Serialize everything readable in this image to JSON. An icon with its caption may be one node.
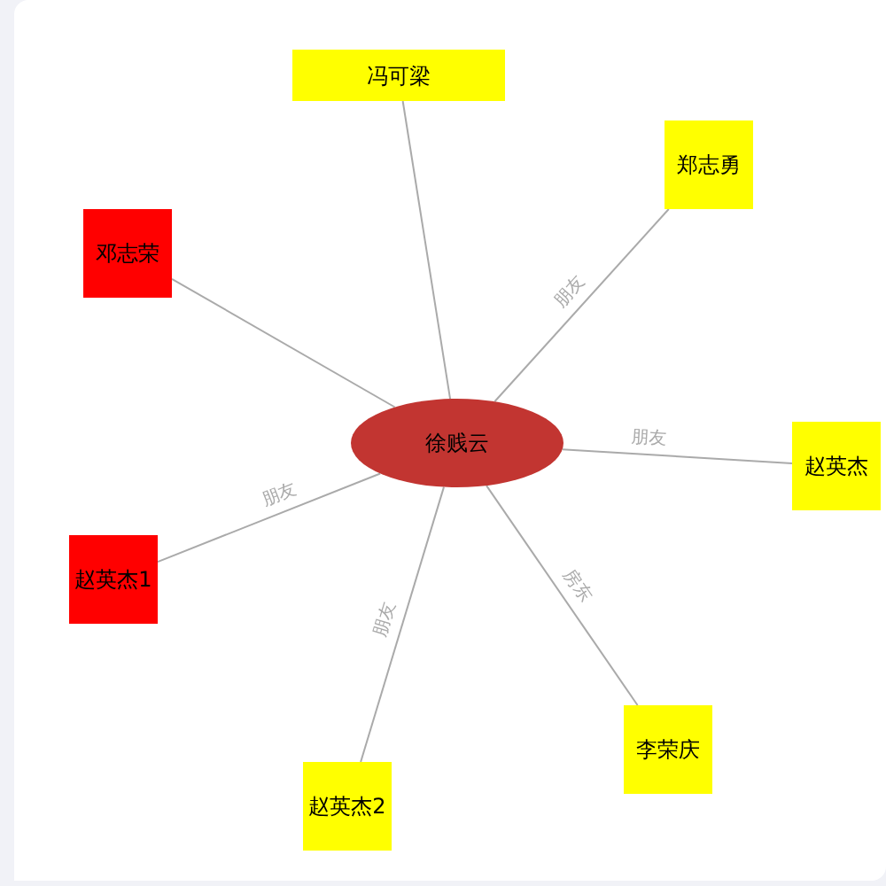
{
  "diagram": {
    "nodes": [
      {
        "text": [
          "徐贱云"
        ]
      },
      {
        "text": [
          "冯可梁"
        ]
      },
      {
        "text": [
          "郑志勇"
        ]
      },
      {
        "text": [
          "邓志荣"
        ]
      },
      {
        "text": [
          "赵英杰"
        ]
      },
      {
        "text": [
          "赵英杰1"
        ]
      },
      {
        "text": [
          "李荣庆"
        ]
      },
      {
        "text": [
          "赵英杰2"
        ]
      }
    ],
    "edges": [
      {
        "from": 0,
        "to": 1,
        "arrow": "none"
      },
      {
        "from": 0,
        "to": 2,
        "arrow": "none",
        "label": "朋友"
      },
      {
        "from": 0,
        "to": 3,
        "arrow": "none"
      },
      {
        "from": 0,
        "to": 4,
        "arrow": "none",
        "label": "朋友"
      },
      {
        "from": 0,
        "to": 5,
        "arrow": "none",
        "label": "朋友"
      },
      {
        "from": 0,
        "to": 6,
        "arrow": "none",
        "label": "房东"
      },
      {
        "from": 0,
        "to": 7,
        "arrow": "none",
        "label": "朋友"
      }
    ]
  }
}
